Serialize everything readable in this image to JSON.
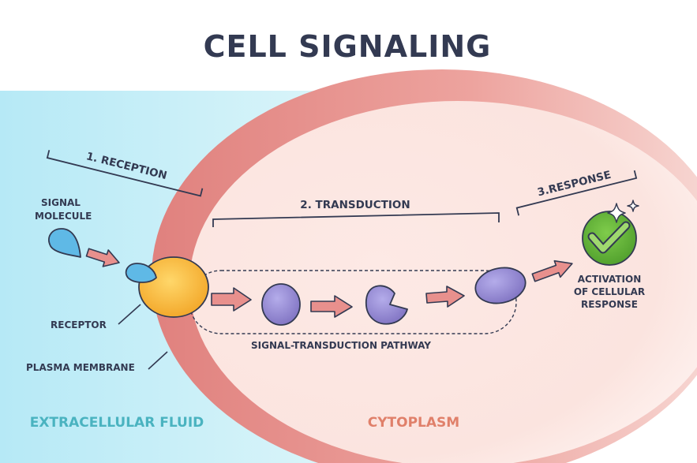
{
  "title": "CELL SIGNALING",
  "stages": {
    "reception": "1. RECEPTION",
    "transduction": "2. TRANSDUCTION",
    "response": "3.RESPONSE"
  },
  "labels": {
    "signal_molecule_line1": "SIGNAL",
    "signal_molecule_line2": "MOLECULE",
    "receptor": "RECEPTOR",
    "plasma_membrane": "PLASMA MEMBRANE",
    "pathway": "SIGNAL-TRANSDUCTION PATHWAY",
    "activation_line1": "ACTIVATION",
    "activation_line2": "OF CELLULAR",
    "activation_line3": "RESPONSE"
  },
  "regions": {
    "extracellular": "EXTRACELLULAR FLUID",
    "cytoplasm": "CYTOPLASM"
  },
  "colors": {
    "extracellular_fluid": "#c4eef7",
    "cytoplasm": "#fbe6e2",
    "membrane": "#e8908d",
    "receptor": "#f5b63c",
    "signal_molecule": "#5fb9e6",
    "relay_protein": "#8f83cc",
    "arrow": "#e8908d",
    "check": "#6ab83f",
    "outline": "#333a52",
    "extracellular_text": "#4ab3c0",
    "cytoplasm_text": "#e0806a"
  },
  "icons": [
    "check-icon",
    "sparkle-icon"
  ]
}
